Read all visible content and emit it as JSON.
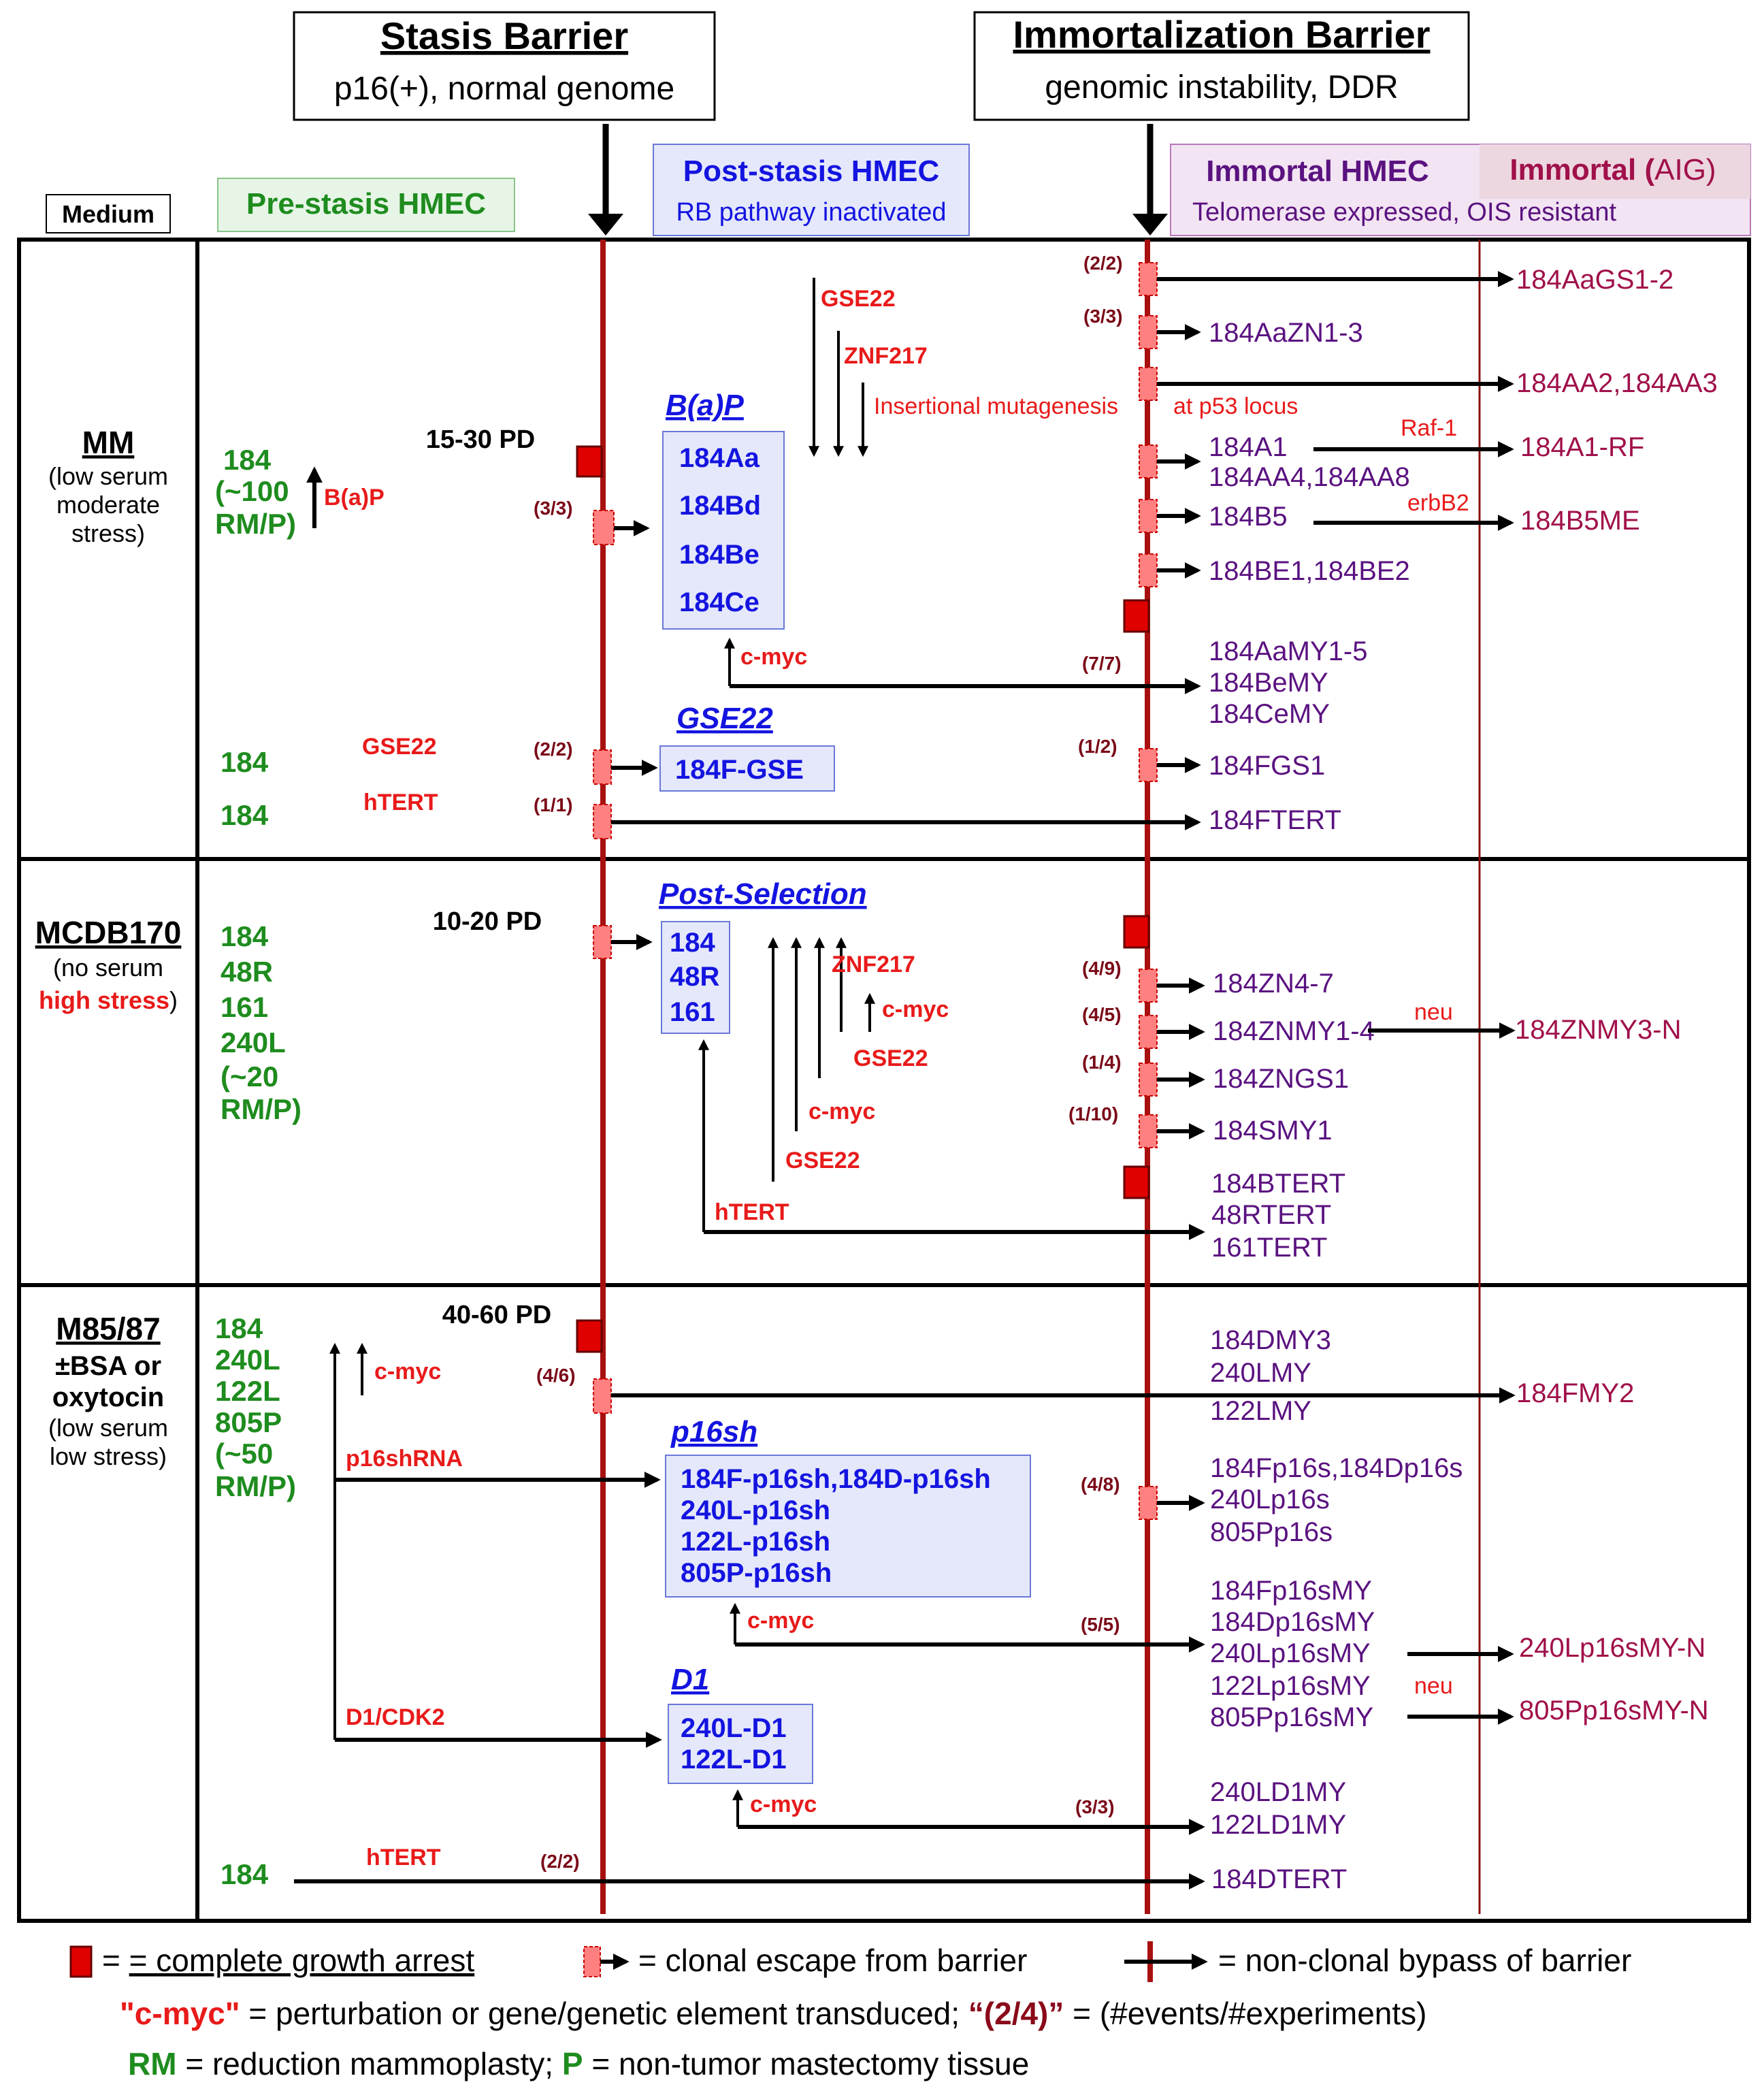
{
  "header": {
    "stasis_title": "Stasis Barrier",
    "stasis_sub": "p16(+), normal genome",
    "immortal_title": "Immortalization Barrier",
    "immortal_sub": "genomic instability, DDR"
  },
  "columns": {
    "medium": "Medium",
    "pre_stasis": "Pre-stasis HMEC",
    "post_stasis_title": "Post-stasis HMEC",
    "post_stasis_sub": "RB pathway inactivated",
    "immortal_title": "Immortal HMEC",
    "immortal_sub": "Telomerase expressed, OIS resistant",
    "aig_prefix": "Immortal (",
    "aig_abbrev": "AIG",
    "aig_suffix": ")"
  },
  "media": {
    "mm": {
      "name": "MM",
      "lines": [
        "(low serum",
        "moderate",
        "stress)"
      ]
    },
    "mcdb": {
      "name": "MCDB170",
      "line1": "(no serum",
      "line2_red": "high stress",
      "line2_tail": ")"
    },
    "m85": {
      "name": "M85/87",
      "lines": [
        "±BSA or",
        "oxytocin"
      ],
      "sub": [
        "(low serum",
        "low stress)"
      ]
    }
  },
  "mm": {
    "pre_a": [
      "184",
      "(~100",
      "RM/P)"
    ],
    "pre_b": "184",
    "pre_c": "184",
    "pd": "15-30 PD",
    "bap_agent": "B(a)P",
    "bap_cnt": "(3/3)",
    "bap_title": "B(a)P",
    "bap_lines": [
      "184Aa",
      "184Bd",
      "184Be",
      "184Ce"
    ],
    "gse22_top": "GSE22",
    "gse22_top_cnt": "(2/2)",
    "znf217_top": "ZNF217",
    "znf217_top_cnt": "(3/3)",
    "insert_text": "Insertional  mutagenesis",
    "p53_text": "at p53 locus",
    "cmyc": "c-myc",
    "cmyc_cnt": "(7/7)",
    "raf": "Raf-1",
    "erbb2": "erbB2",
    "gse22_pre": "GSE22",
    "gse22_pre_cnt": "(2/2)",
    "gse_title": "GSE22",
    "gse_box": "184F-GSE",
    "gse_post_cnt": "(1/2)",
    "htert": "hTERT",
    "htert_cnt": "(1/1)",
    "imm": {
      "aagS": "184AaGS1-2",
      "aazn": "184AaZN1-3",
      "aa2": "184AA2,184AA3",
      "a1": "184A1",
      "aa4": "184AA4,184AA8",
      "a1rf": "184A1-RF",
      "b5": "184B5",
      "b5me": "184B5ME",
      "be": "184BE1,184BE2",
      "my": [
        "184AaMY1-5",
        "184BeMY",
        "184CeMY"
      ],
      "fgs": "184FGS1",
      "ftert": "184FTERT"
    }
  },
  "mcdb": {
    "pre": [
      "184",
      "48R",
      "161",
      "240L",
      "(~20",
      "RM/P)"
    ],
    "pd": "10-20 PD",
    "ps_title": "Post-Selection",
    "ps_lines": [
      "184",
      "48R",
      "161"
    ],
    "znf217": "ZNF217",
    "znf217_cnt": "(4/9)",
    "cmyc1": "c-myc",
    "cmyc1_cnt": "(4/5)",
    "gse22a": "GSE22",
    "gse22a_cnt": "(1/4)",
    "cmyc2": "c-myc",
    "cmyc2_cnt": "(1/10)",
    "gse22b": "GSE22",
    "htert": "hTERT",
    "neu": "neu",
    "imm": {
      "zn47": "184ZN4-7",
      "znmy": "184ZNMY1-4",
      "znmyn": "184ZNMY3-N",
      "zngs": "184ZNGS1",
      "smy": "184SMY1",
      "tert": [
        "184BTERT",
        "48RTERT",
        "161TERT"
      ]
    }
  },
  "m85": {
    "pre": [
      "184",
      "240L",
      "122L",
      "805P",
      "(~50",
      "RM/P)"
    ],
    "pre_b": "184",
    "pd": "40-60 PD",
    "cmyc": "c-myc",
    "cmyc_cnt": "(4/6)",
    "p16_agent": "p16shRNA",
    "p16_title": "p16sh",
    "p16_lines": [
      "184F-p16sh,184D-p16sh",
      "240L-p16sh",
      "122L-p16sh",
      "805P-p16sh"
    ],
    "p16_cnt": "(4/8)",
    "cmyc2": "c-myc",
    "cmyc2_cnt": "(5/5)",
    "neu": "neu",
    "d1_agent": "D1/CDK2",
    "d1_title": "D1",
    "d1_lines": [
      "240L-D1",
      "122L-D1"
    ],
    "cmyc3": "c-myc",
    "cmyc3_cnt": "(3/3)",
    "htert": "hTERT",
    "htert_cnt": "(2/2)",
    "imm": {
      "dmy": [
        "184DMY3",
        "240LMY",
        "122LMY"
      ],
      "fmy2": "184FMY2",
      "p16s": [
        "184Fp16s,184Dp16s",
        "240Lp16s",
        "805Pp16s"
      ],
      "p16smy": [
        "184Fp16sMY",
        "184Dp16sMY",
        "240Lp16sMY",
        "122Lp16sMY",
        "805Pp16sMY"
      ],
      "n240": "240Lp16sMY-N",
      "n805": "805Pp16sMY-N",
      "ld1": [
        "240LD1MY",
        "122LD1MY"
      ],
      "dtert": "184DTERT"
    }
  },
  "legend": {
    "arrest": "= complete growth arrest",
    "escape": "= clonal escape from barrier",
    "bypass": "= non-clonal bypass of barrier",
    "line2_red": "\"c-myc\"",
    "line2_mid": "= perturbation or gene/genetic element transduced;",
    "line2_cnt": "“(2/4)”",
    "line2_tail": "= (#events/#experiments)",
    "rm": "RM",
    "rm_text": "= reduction mammoplasty;",
    "p": "P",
    "p_text": "= non-tumor mastectomy tissue"
  },
  "colors": {
    "barrier": "#a81010",
    "arrest": "#e00000",
    "escape": "#ff8080",
    "green": "#1e8c1e",
    "blue": "#1414e0",
    "purple": "#5a1280",
    "aig": "#a0104a"
  }
}
